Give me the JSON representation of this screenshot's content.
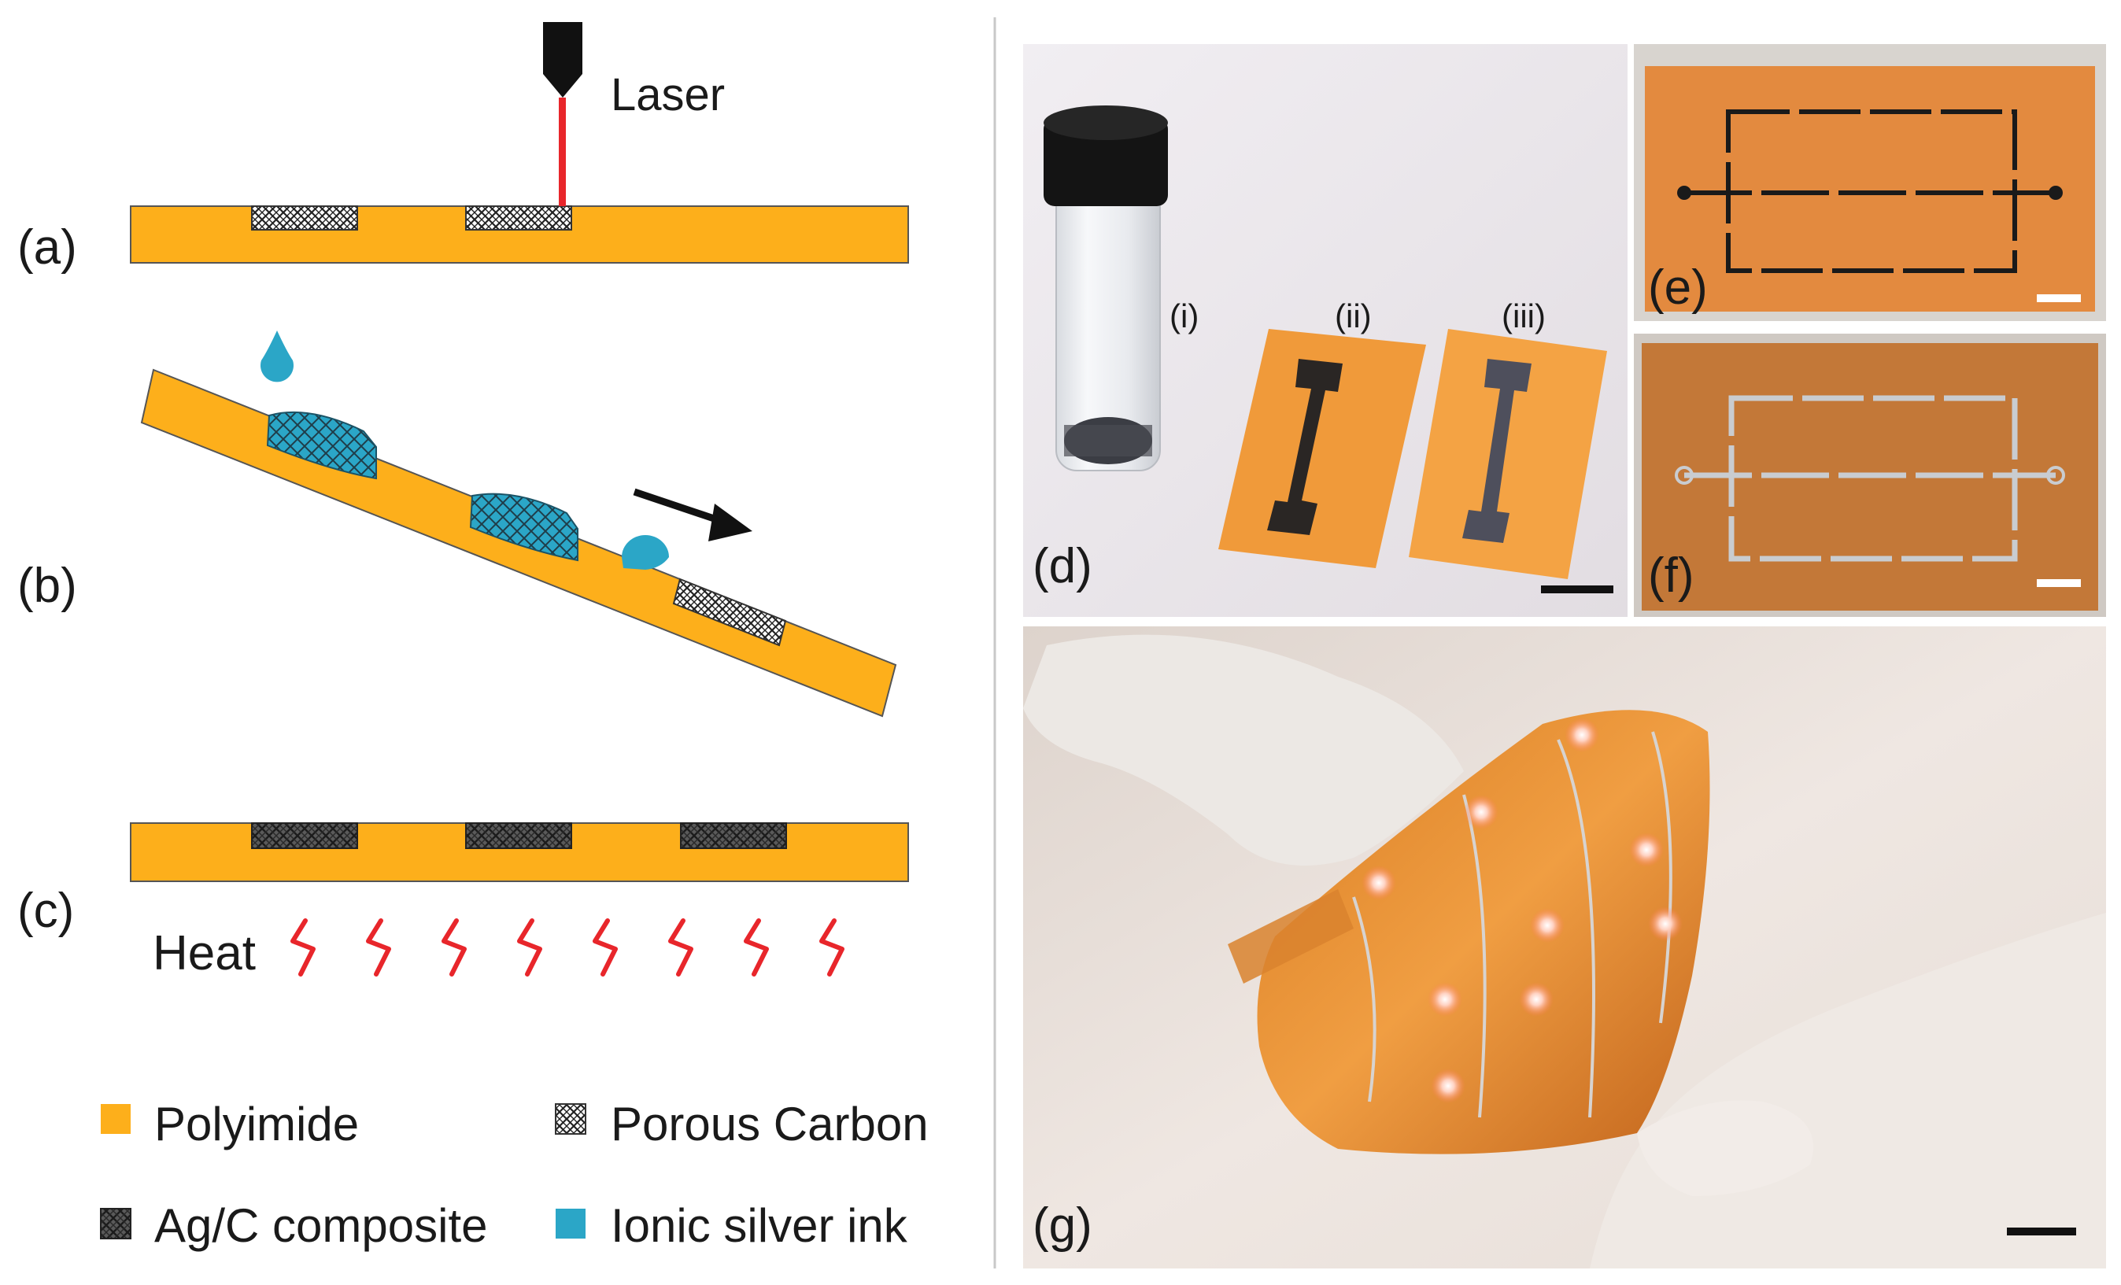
{
  "schematic": {
    "laser_label": "Laser",
    "heat_label": "Heat",
    "panel_labels": {
      "a": "(a)",
      "b": "(b)",
      "c": "(c)"
    }
  },
  "legend": {
    "polyimide": "Polyimide",
    "porous_carbon": "Porous Carbon",
    "ag_c_composite": "Ag/C composite",
    "ionic_silver_ink": "Ionic silver ink"
  },
  "photos": {
    "panel_labels": {
      "d": "(d)",
      "e": "(e)",
      "f": "(f)",
      "g": "(g)"
    },
    "sample_labels": {
      "i": "(i)",
      "ii": "(ii)",
      "iii": "(iii)"
    }
  },
  "colors": {
    "polyimide": "#FDAF1B",
    "laser_beam": "#E8262B",
    "ink": "#2BA6C7",
    "heat": "#E8262B",
    "composite": "#555555"
  }
}
